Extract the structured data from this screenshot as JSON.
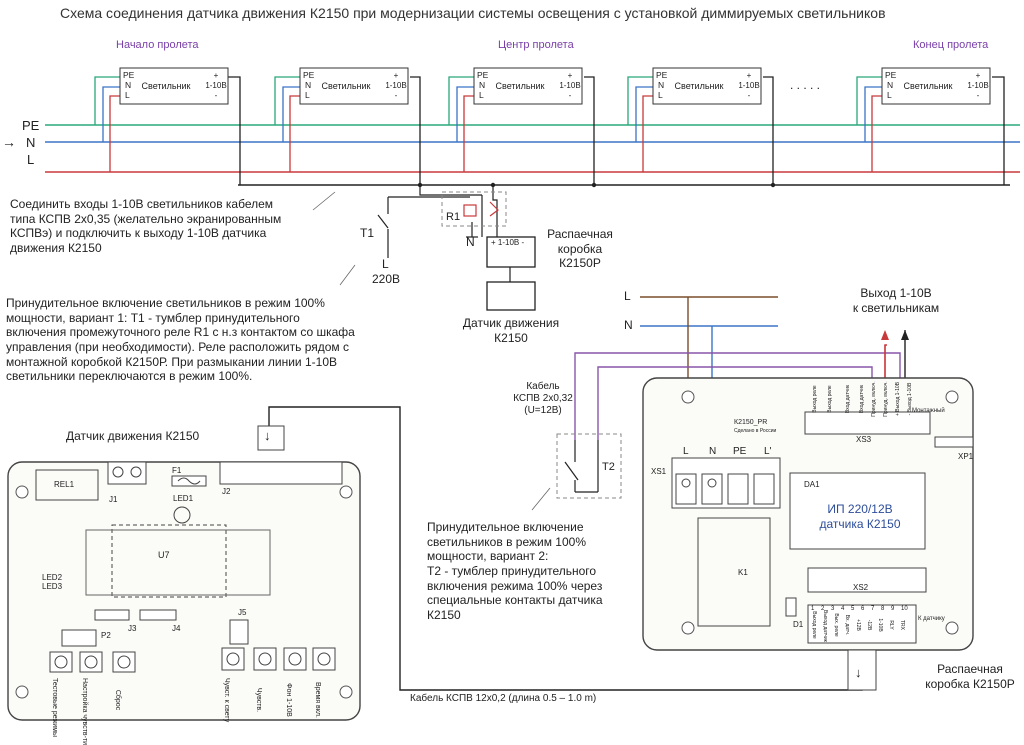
{
  "title": "Схема соединения датчика движения К2150 при модернизации системы освещения с установкой диммируемых светильников",
  "span": {
    "start": "Начало пролета",
    "center": "Центр пролета",
    "end": "Конец пролета"
  },
  "lamp": {
    "pe": "PE",
    "n": "N",
    "l": "L",
    "name": "Светильник",
    "plus": "+",
    "v110": "1-10В",
    "minus": "-"
  },
  "ellipsis": ". . . . .",
  "bus": {
    "pe": "PE",
    "n": "N",
    "l": "L",
    "arrow": "→"
  },
  "note_cable": "Соединить входы 1-10В светильников кабелем\nтипа КСПВ 2х0,35 (желательно экранированным\nКСПВэ) и подключить к выходу 1-10В датчика\nдвижения К2150",
  "switch_t1": {
    "name": "T1",
    "l": "L",
    "voltage": "220В"
  },
  "relay": {
    "name": "R1",
    "n": "N"
  },
  "box_label": "+ 1-10В -",
  "junction_box": "Распаечная\nкоробка\nК2150Р",
  "sensor_label": "Датчик движения\nК2150",
  "note_variant1": "Принудительное включение светильников в режим 100%\nмощности, вариант 1: T1 - тумблер принудительного\nвключения промежуточного реле R1 с н.з контактом со шкафа\nуправления (при необходимости). Реле расположить рядом с\nмонтажной коробкой К2150Р. При размыкании линии 1-10В\nсветильники переключаются в режим 100%.",
  "mains": {
    "l": "L",
    "n": "N"
  },
  "output_label": "Выход 1-10В\nк светильникам",
  "cable_label": "Кабель\nКСПВ 2х0,32\n(U=12В)",
  "t2_label": "T2",
  "note_variant2": "Принудительное включение\nсветильников в режим 100%\nмощности, вариант 2:\nT2 - тумблер принудительного\nвключения режима 100% через\nспециальные контакты датчика\nК2150",
  "sensor_board": {
    "title": "Датчик движения К2150",
    "rel1": "REL1",
    "j1": "J1",
    "f1": "F1",
    "j2": "J2",
    "led1": "LED1",
    "u7": "U7",
    "led2": "LED2",
    "led3": "LED3",
    "j3": "J3",
    "j4": "J4",
    "p2": "P2",
    "j5": "J5",
    "bottom_labels": [
      "Тестовые режимы",
      "Настройка чувств-ти",
      "Сброс",
      "Чувст. к свету",
      "Чувств.",
      "Фон 1-10В",
      "Время вкл."
    ]
  },
  "box_board": {
    "model": "К2150_РR",
    "subtitle": "Сделано в России",
    "xs1": "XS1",
    "xs1_terms": [
      "L",
      "N",
      "PE",
      "L'"
    ],
    "xs3": "XS3",
    "xs3_labels": [
      "Выход реле",
      "Выход реле",
      "Вход датчик",
      "Вход датчик",
      "Принуд. включ.",
      "Принуд. включ.",
      "+ Выход 1-10В",
      "- Выход 1-10В"
    ],
    "mount": "Монтажный",
    "xp1": "XP1",
    "da1": "DA1",
    "psu": "ИП 220/12В\nдатчика К2150",
    "k1": "K1",
    "xs2": "XS2",
    "xs2_nums": [
      "1",
      "2",
      "3",
      "4",
      "5",
      "6",
      "7",
      "8",
      "9",
      "10"
    ],
    "xs2_labels": [
      "Выход реле",
      "Выход датчик",
      "Вых. реле",
      "Вх. датч.",
      "+12В",
      "-12В",
      "1-10В",
      "RLY",
      "TRX"
    ],
    "d1": "D1",
    "to_sensor": "К датчику"
  },
  "cable_bottom": "Кабель КСПВ 12х0,2 (длина 0.5 – 1.0 m)",
  "junction_box2": "Распаечная\nкоробка К2150Р",
  "arrow_down": "↓",
  "colors": {
    "pe": "#2aa87a",
    "n": "#3b74c6",
    "l": "#c8393b",
    "brown": "#7a4e2a",
    "violet": "#8855aa",
    "black": "#222222",
    "title": "#333333",
    "span": "#7a3fa8"
  }
}
